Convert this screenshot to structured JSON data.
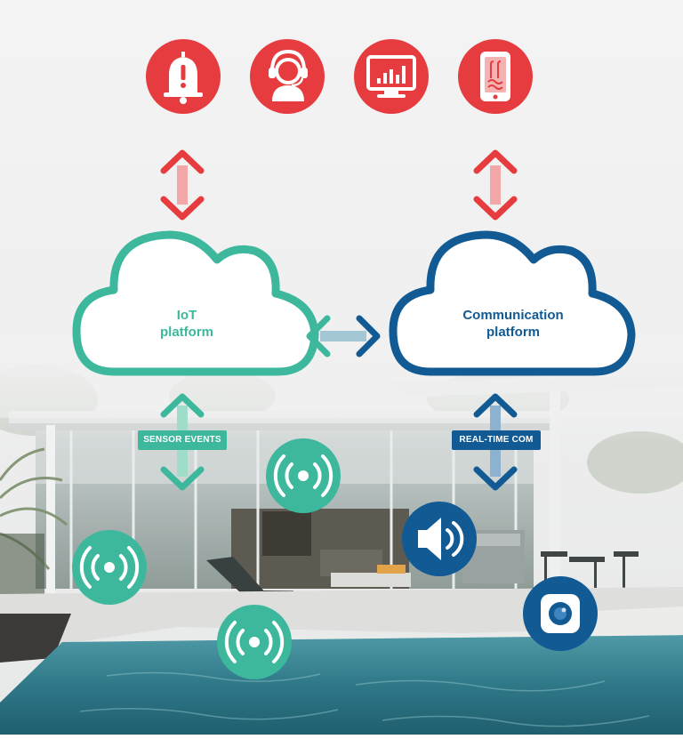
{
  "nodes": {
    "iot_platform": {
      "line1": "IoT",
      "line2": "platform",
      "color": "#3db89c"
    },
    "communication_platform": {
      "line1": "Communication",
      "line2": "platform",
      "color": "#115a94"
    }
  },
  "edge_labels": {
    "sensor_events": "SENSOR EVENTS",
    "real_time_com": "REAL-TIME COM"
  },
  "top_icons": [
    {
      "icon": "alarm-bell-icon",
      "color": "#e63c3f"
    },
    {
      "icon": "support-agent-icon",
      "color": "#e63c3f"
    },
    {
      "icon": "monitor-chart-icon",
      "color": "#e63c3f"
    },
    {
      "icon": "mobile-app-icon",
      "color": "#e63c3f"
    }
  ],
  "device_icons": [
    {
      "icon": "sensor-signal-icon",
      "color": "#3db89c"
    },
    {
      "icon": "sensor-signal-icon",
      "color": "#3db89c"
    },
    {
      "icon": "sensor-signal-icon",
      "color": "#3db89c"
    },
    {
      "icon": "speaker-icon",
      "color": "#115a94"
    },
    {
      "icon": "camera-icon",
      "color": "#115a94"
    }
  ],
  "background": "house-with-pool-photo"
}
